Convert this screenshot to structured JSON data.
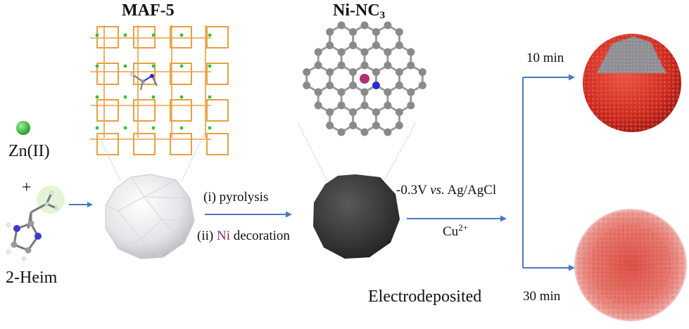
{
  "labels": {
    "maf5": "MAF-5",
    "ni_nc3_main": "Ni-NC",
    "ni_nc3_sub": "3",
    "zn": "Zn(II)",
    "plus": "+",
    "heim": "2-Heim",
    "step1": "(i) pyrolysis",
    "step2_prefix": "(ii) ",
    "step2_ni": "Ni",
    "step2_suffix": " decoration",
    "potential_prefix": "-0.3V ",
    "potential_vs": "vs.",
    "potential_suffix": " Ag/AgCl",
    "cu_main": "Cu",
    "cu_sup": "2+",
    "electro": "Electrodeposited",
    "t10": "10 min",
    "t30": "30 min"
  },
  "colors": {
    "arrow": "#4a78c4",
    "maf_framework": "#e8a040",
    "zn_node": "#35c035",
    "graphene_atom": "#8a8a8a",
    "ni_atom": "#b0306e",
    "n_atom": "#2a2ad0",
    "cu_particle": "#d43226",
    "pyrolysed_sphere": "#3a3a3a",
    "zif_sphere": "#e6e6ea"
  }
}
